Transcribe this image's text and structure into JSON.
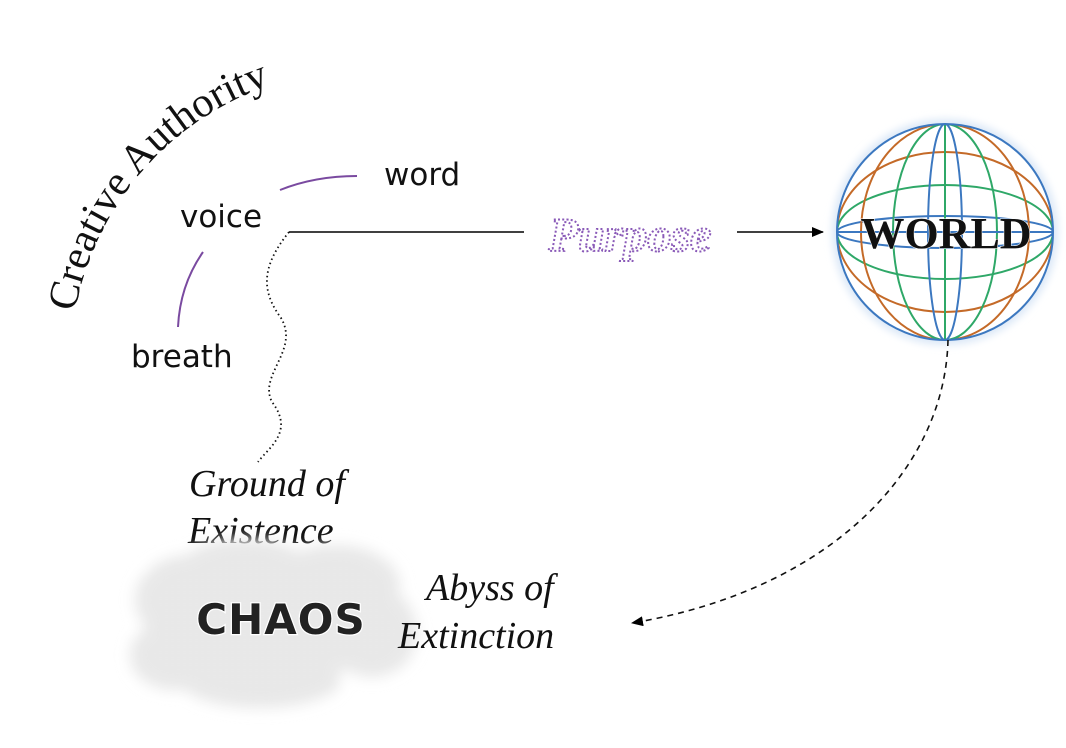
{
  "diagram": {
    "arc_title": "Creative Authority",
    "labels": {
      "word": "word",
      "voice": "voice",
      "breath": "breath",
      "purpose": "Purpose",
      "world": "WORLD",
      "chaos": "CHAOS",
      "ground_line1": "Ground of",
      "ground_line2": "Existence",
      "abyss_line1": "Abyss of",
      "abyss_line2": "Extinction"
    },
    "colors": {
      "accent_purple": "#7a4aa0",
      "globe_blue": "#3c78c0",
      "globe_orange": "#c46a28",
      "globe_green": "#2fa868"
    }
  }
}
